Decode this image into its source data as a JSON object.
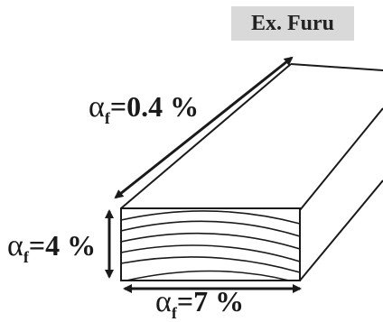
{
  "title": "Ex. Furu",
  "labels": {
    "longitudinal": {
      "symbol": "α",
      "subscript": "f",
      "value": "=0.4 %"
    },
    "radial": {
      "symbol": "α",
      "subscript": "f",
      "value": "=4 %"
    },
    "tangential": {
      "symbol": "α",
      "subscript": "f",
      "value": "=7 %"
    }
  },
  "colors": {
    "ink": "#1a1a1a",
    "title_bg": "#d9d9d9"
  }
}
